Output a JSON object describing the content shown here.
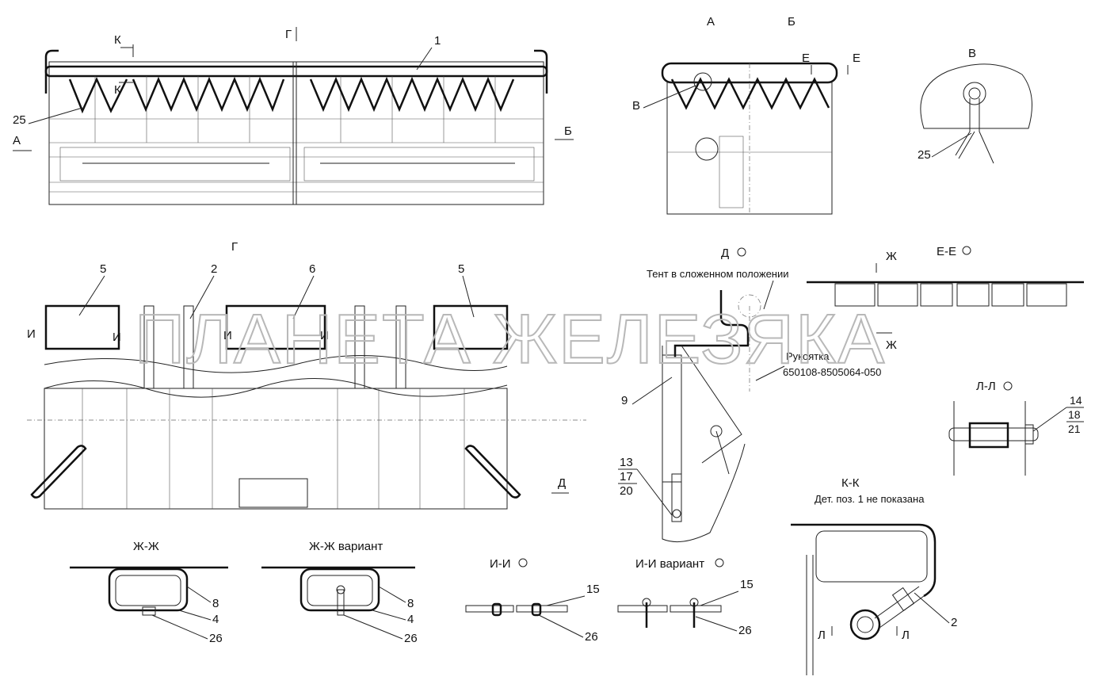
{
  "views": {
    "a": "А",
    "b": "Б",
    "v": "В",
    "g": "Г",
    "d": "Д",
    "ee": "Е-Е",
    "ll": "Л-Л",
    "kk": "К-К",
    "zhzh": "Ж-Ж",
    "zhzh_variant": "Ж-Ж  вариант",
    "ii": "И-И",
    "ii_variant": "И-И вариант"
  },
  "markers": {
    "k": "К",
    "g": "Г",
    "a": "А",
    "b": "Б",
    "v": "В",
    "e": "Е",
    "i": "И",
    "d": "Д",
    "zh": "Ж",
    "l": "Л"
  },
  "notes": {
    "tent_folded": "Тент в сложенном положении",
    "handle": "Рукоятка",
    "handle_part": "650108-8505064-050",
    "kk_note": "Дет. поз. 1 не показана"
  },
  "callouts": {
    "p1": "1",
    "p2": "2",
    "p4": "4",
    "p5": "5",
    "p6": "6",
    "p8": "8",
    "p9": "9",
    "p13": "13",
    "p14": "14",
    "p15": "15",
    "p17": "17",
    "p18": "18",
    "p20": "20",
    "p21": "21",
    "p25": "25",
    "p26": "26"
  },
  "watermark": "ПЛАНЕТА ЖЕЛЕЗЯКА"
}
